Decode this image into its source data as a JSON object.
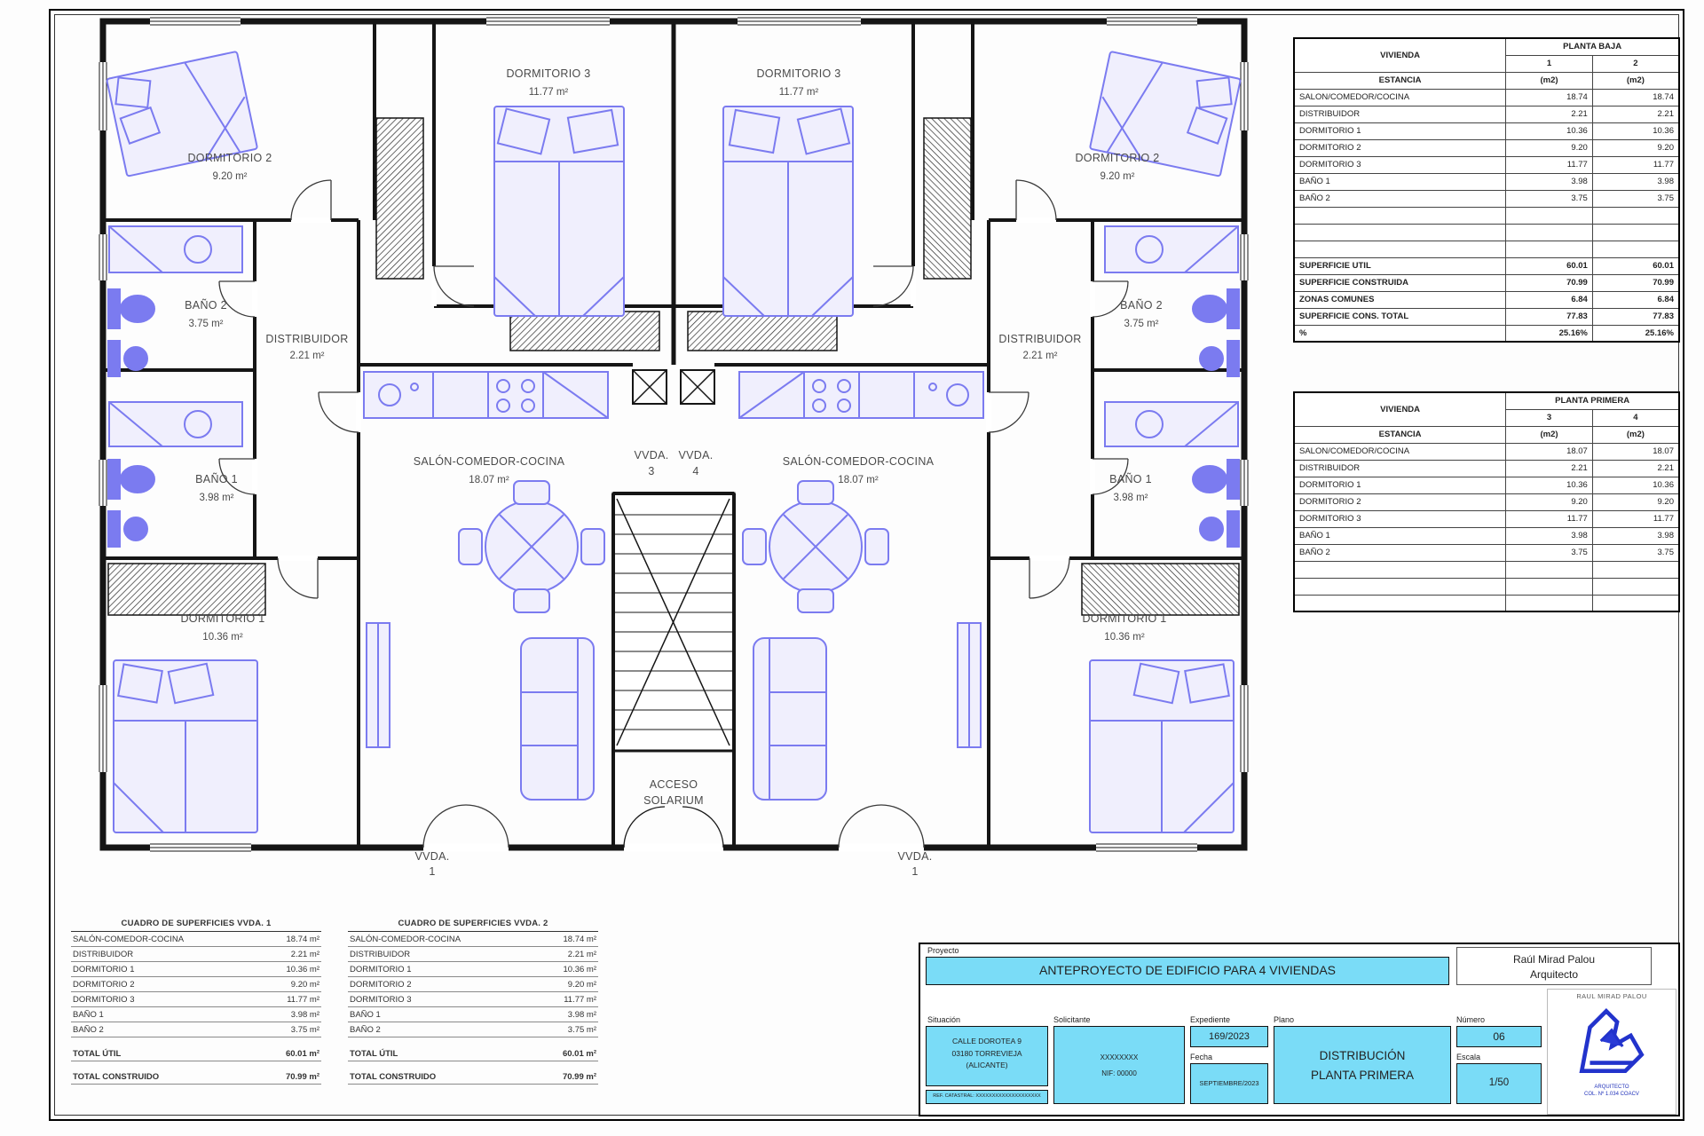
{
  "plan": {
    "rooms": {
      "dormitorio2": {
        "name": "DORMITORIO 2",
        "area": "9.20 m²"
      },
      "dormitorio3": {
        "name": "DORMITORIO 3",
        "area": "11.77 m²"
      },
      "bano2": {
        "name": "BAÑO 2",
        "area": "3.75 m²"
      },
      "distribuidor": {
        "name": "DISTRIBUIDOR",
        "area": "2.21 m²"
      },
      "bano1": {
        "name": "BAÑO 1",
        "area": "3.98 m²"
      },
      "dormitorio1": {
        "name": "DORMITORIO 1",
        "area": "10.36 m²"
      },
      "salon": {
        "name": "SALÓN-COMEDOR-COCINA",
        "area": "18.07 m²"
      }
    },
    "vvda1": {
      "l1": "VVDA.",
      "l2": "1"
    },
    "vvda3": {
      "l1": "VVDA.",
      "l2": "3"
    },
    "vvda4": {
      "l1": "VVDA.",
      "l2": "4"
    },
    "acceso": {
      "l1": "ACCESO",
      "l2": "SOLARIUM"
    }
  },
  "area_tables": [
    {
      "vivienda_label": "VIVIENDA",
      "floor": "PLANTA BAJA",
      "estancia_label": "ESTANCIA",
      "col1": "1",
      "col2": "2",
      "m2a": "(m2)",
      "m2b": "(m2)",
      "rows": [
        {
          "label": "SALON/COMEDOR/COCINA",
          "v1": "18.74",
          "v2": "18.74"
        },
        {
          "label": "DISTRIBUIDOR",
          "v1": "2.21",
          "v2": "2.21"
        },
        {
          "label": "DORMITORIO 1",
          "v1": "10.36",
          "v2": "10.36"
        },
        {
          "label": "DORMITORIO 2",
          "v1": "9.20",
          "v2": "9.20"
        },
        {
          "label": "DORMITORIO 3",
          "v1": "11.77",
          "v2": "11.77"
        },
        {
          "label": "BAÑO 1",
          "v1": "3.98",
          "v2": "3.98"
        },
        {
          "label": "BAÑO 2",
          "v1": "3.75",
          "v2": "3.75"
        },
        {
          "label": "",
          "v1": "",
          "v2": ""
        },
        {
          "label": "",
          "v1": "",
          "v2": ""
        },
        {
          "label": "",
          "v1": "",
          "v2": ""
        }
      ],
      "totals": [
        {
          "label": "SUPERFICIE UTIL",
          "v1": "60.01",
          "v2": "60.01"
        },
        {
          "label": "SUPERFICIE CONSTRUIDA",
          "v1": "70.99",
          "v2": "70.99"
        },
        {
          "label": "ZONAS COMUNES",
          "v1": "6.84",
          "v2": "6.84"
        },
        {
          "label": "SUPERFICIE CONS. TOTAL",
          "v1": "77.83",
          "v2": "77.83"
        },
        {
          "label": "%",
          "v1": "25.16%",
          "v2": "25.16%"
        }
      ]
    },
    {
      "vivienda_label": "VIVIENDA",
      "floor": "PLANTA PRIMERA",
      "estancia_label": "ESTANCIA",
      "col1": "3",
      "col2": "4",
      "m2a": "(m2)",
      "m2b": "(m2)",
      "rows": [
        {
          "label": "SALON/COMEDOR/COCINA",
          "v1": "18.07",
          "v2": "18.07"
        },
        {
          "label": "DISTRIBUIDOR",
          "v1": "2.21",
          "v2": "2.21"
        },
        {
          "label": "DORMITORIO 1",
          "v1": "10.36",
          "v2": "10.36"
        },
        {
          "label": "DORMITORIO 2",
          "v1": "9.20",
          "v2": "9.20"
        },
        {
          "label": "DORMITORIO 3",
          "v1": "11.77",
          "v2": "11.77"
        },
        {
          "label": "BAÑO 1",
          "v1": "3.98",
          "v2": "3.98"
        },
        {
          "label": "BAÑO 2",
          "v1": "3.75",
          "v2": "3.75"
        },
        {
          "label": "",
          "v1": "",
          "v2": ""
        },
        {
          "label": "",
          "v1": "",
          "v2": ""
        },
        {
          "label": "",
          "v1": "",
          "v2": ""
        }
      ],
      "totals": []
    }
  ],
  "surface_tables": [
    {
      "title": "CUADRO DE SUPERFICIES VVDA. 1",
      "rows": [
        {
          "label": "SALÓN-COMEDOR-COCINA",
          "value": "18.74 m²"
        },
        {
          "label": "DISTRIBUIDOR",
          "value": "2.21 m²"
        },
        {
          "label": "DORMITORIO 1",
          "value": "10.36 m²"
        },
        {
          "label": "DORMITORIO 2",
          "value": "9.20 m²"
        },
        {
          "label": "DORMITORIO 3",
          "value": "11.77 m²"
        },
        {
          "label": "BAÑO 1",
          "value": "3.98 m²"
        },
        {
          "label": "BAÑO 2",
          "value": "3.75 m²"
        }
      ],
      "totals": [
        {
          "label": "TOTAL ÚTIL",
          "value": "60.01 m²"
        },
        {
          "label": "TOTAL CONSTRUIDO",
          "value": "70.99 m²"
        }
      ]
    },
    {
      "title": "CUADRO DE SUPERFICIES VVDA. 2",
      "rows": [
        {
          "label": "SALÓN-COMEDOR-COCINA",
          "value": "18.74 m²"
        },
        {
          "label": "DISTRIBUIDOR",
          "value": "2.21 m²"
        },
        {
          "label": "DORMITORIO 1",
          "value": "10.36 m²"
        },
        {
          "label": "DORMITORIO 2",
          "value": "9.20 m²"
        },
        {
          "label": "DORMITORIO 3",
          "value": "11.77 m²"
        },
        {
          "label": "BAÑO 1",
          "value": "3.98 m²"
        },
        {
          "label": "BAÑO 2",
          "value": "3.75 m²"
        }
      ],
      "totals": [
        {
          "label": "TOTAL ÚTIL",
          "value": "60.01 m²"
        },
        {
          "label": "TOTAL CONSTRUIDO",
          "value": "70.99 m²"
        }
      ]
    }
  ],
  "title_block": {
    "proyecto_label": "Proyecto",
    "proyecto": "ANTEPROYECTO DE EDIFICIO PARA 4 VIVIENDAS",
    "arquitecto_nombre": "Raúl Mirad Palou",
    "arquitecto_titulo": "Arquitecto",
    "situacion_label": "Situación",
    "situacion_l1": "CALLE DOROTEA 9",
    "situacion_l2": "03180 TORREVIEJA",
    "situacion_l3": "(ALICANTE)",
    "ref_catastral": "REF. CATASTRAL: XXXXXXXXXXXXXXXXXXXX",
    "solicitante_label": "Solicitante",
    "solicitante_l1": "XXXXXXXX",
    "solicitante_l2": "NIF: 00000",
    "expediente_label": "Expediente",
    "expediente": "169/2023",
    "fecha_label": "Fecha",
    "fecha": "SEPTIEMBRE/2023",
    "plano_label": "Plano",
    "plano_l1": "DISTRIBUCIÓN",
    "plano_l2": "PLANTA PRIMERA",
    "numero_label": "Número",
    "numero": "06",
    "escala_label": "Escala",
    "escala": "1/50",
    "stamp_name": "RAUL MIRAD PALOU",
    "stamp_l1": "ARQUITECTO",
    "stamp_l2": "COL. Nº 1.034 COACV"
  },
  "colors": {
    "cyan": "#7adcf7",
    "furniture_blue": "#7b7bf0",
    "line": "#151515"
  }
}
